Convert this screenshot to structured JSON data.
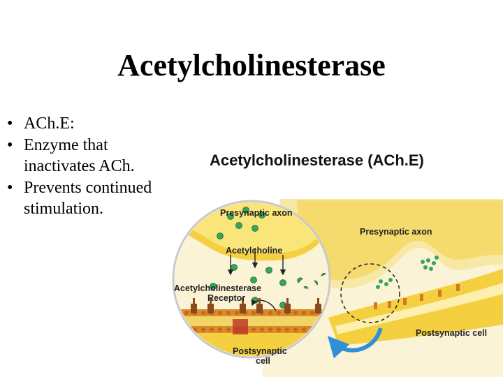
{
  "slide": {
    "title": "Acetylcholinesterase",
    "bullets": [
      "ACh.E:",
      "Enzyme that inactivates ACh.",
      "Prevents continued stimulation."
    ]
  },
  "figure": {
    "title": "Acetylcholinesterase (ACh.E)",
    "labels": {
      "presynaptic_axon_inset": "Presynaptic axon",
      "presynaptic_axon_main": "Presynaptic axon",
      "acetylcholine": "Acetylcholine",
      "acetylcholinesterase": "Acetylcholinesterase",
      "receptor": "Receptor",
      "postsynaptic_cell_main": "Postsynaptic cell",
      "postsynaptic_inset_line1": "Postsynaptic",
      "postsynaptic_inset_line2": "cell"
    },
    "colors": {
      "axon_yellow": "#f4d040",
      "background_cream": "#fbf3d6",
      "acetylcholine_green": "#3aa55a",
      "receptor_brown": "#8a4a1c",
      "arrow_blue": "#2f8fd8"
    }
  }
}
